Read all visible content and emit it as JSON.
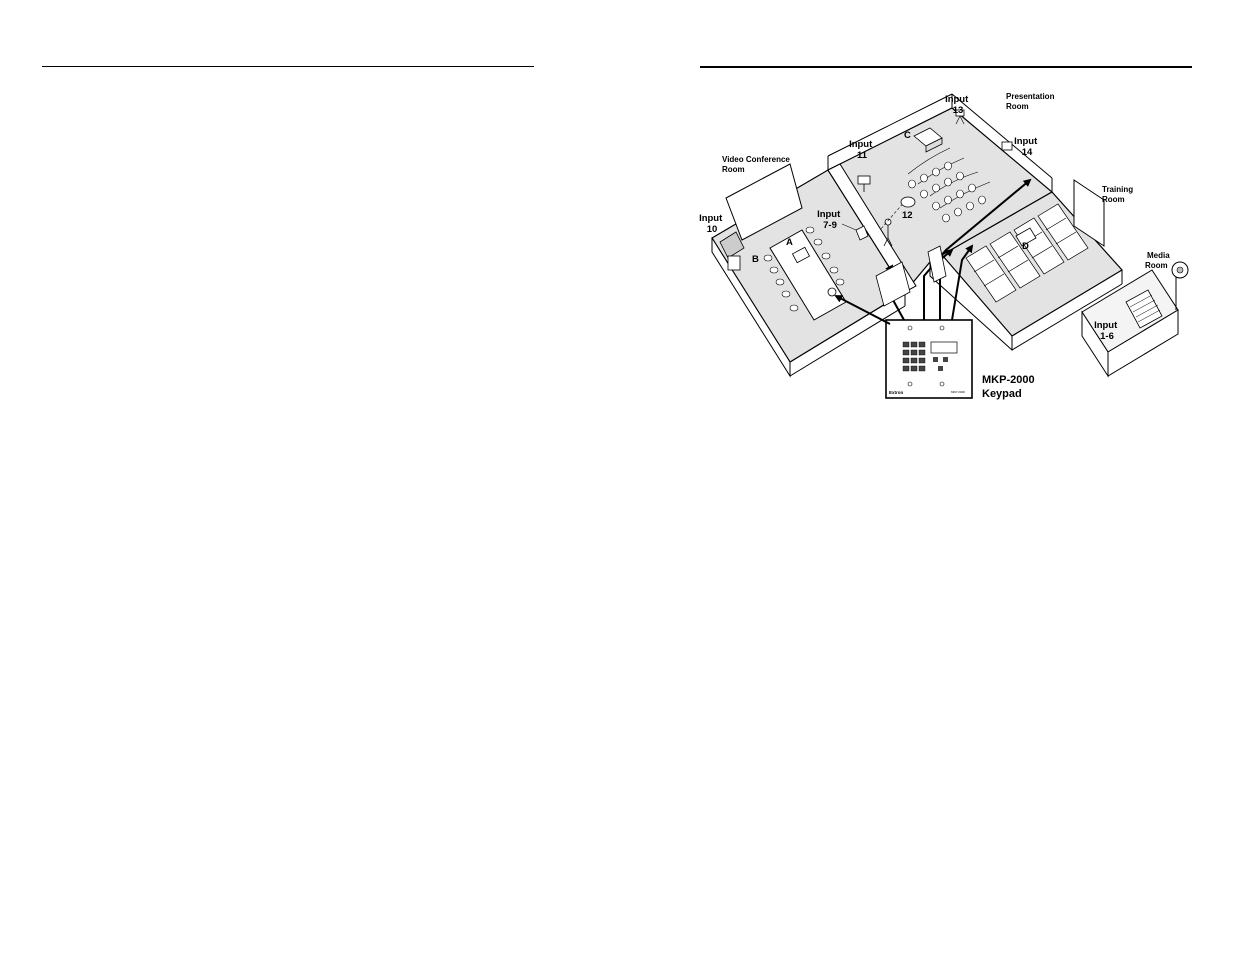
{
  "diagram": {
    "rooms": {
      "video_conference": [
        "Video Conference",
        "Room"
      ],
      "presentation": [
        "Presentation",
        "Room"
      ],
      "training": [
        "Training",
        "Room"
      ],
      "media": [
        "Media",
        "Room"
      ]
    },
    "inputs": {
      "input_10": [
        "Input",
        "10"
      ],
      "input_11": [
        "Input",
        "11"
      ],
      "input_13": [
        "Input",
        "13"
      ],
      "input_14": [
        "Input",
        "14"
      ],
      "input_7_9": [
        "Input",
        "7-9"
      ],
      "input_1_6": [
        "Input",
        "1-6"
      ]
    },
    "markers": {
      "a": "A",
      "b": "B",
      "c": "C",
      "d": "D",
      "n12": "12"
    },
    "keypad": {
      "title": [
        "MKP-2000",
        "Keypad"
      ],
      "brand": "Extron",
      "model": "MKP 2000"
    }
  }
}
